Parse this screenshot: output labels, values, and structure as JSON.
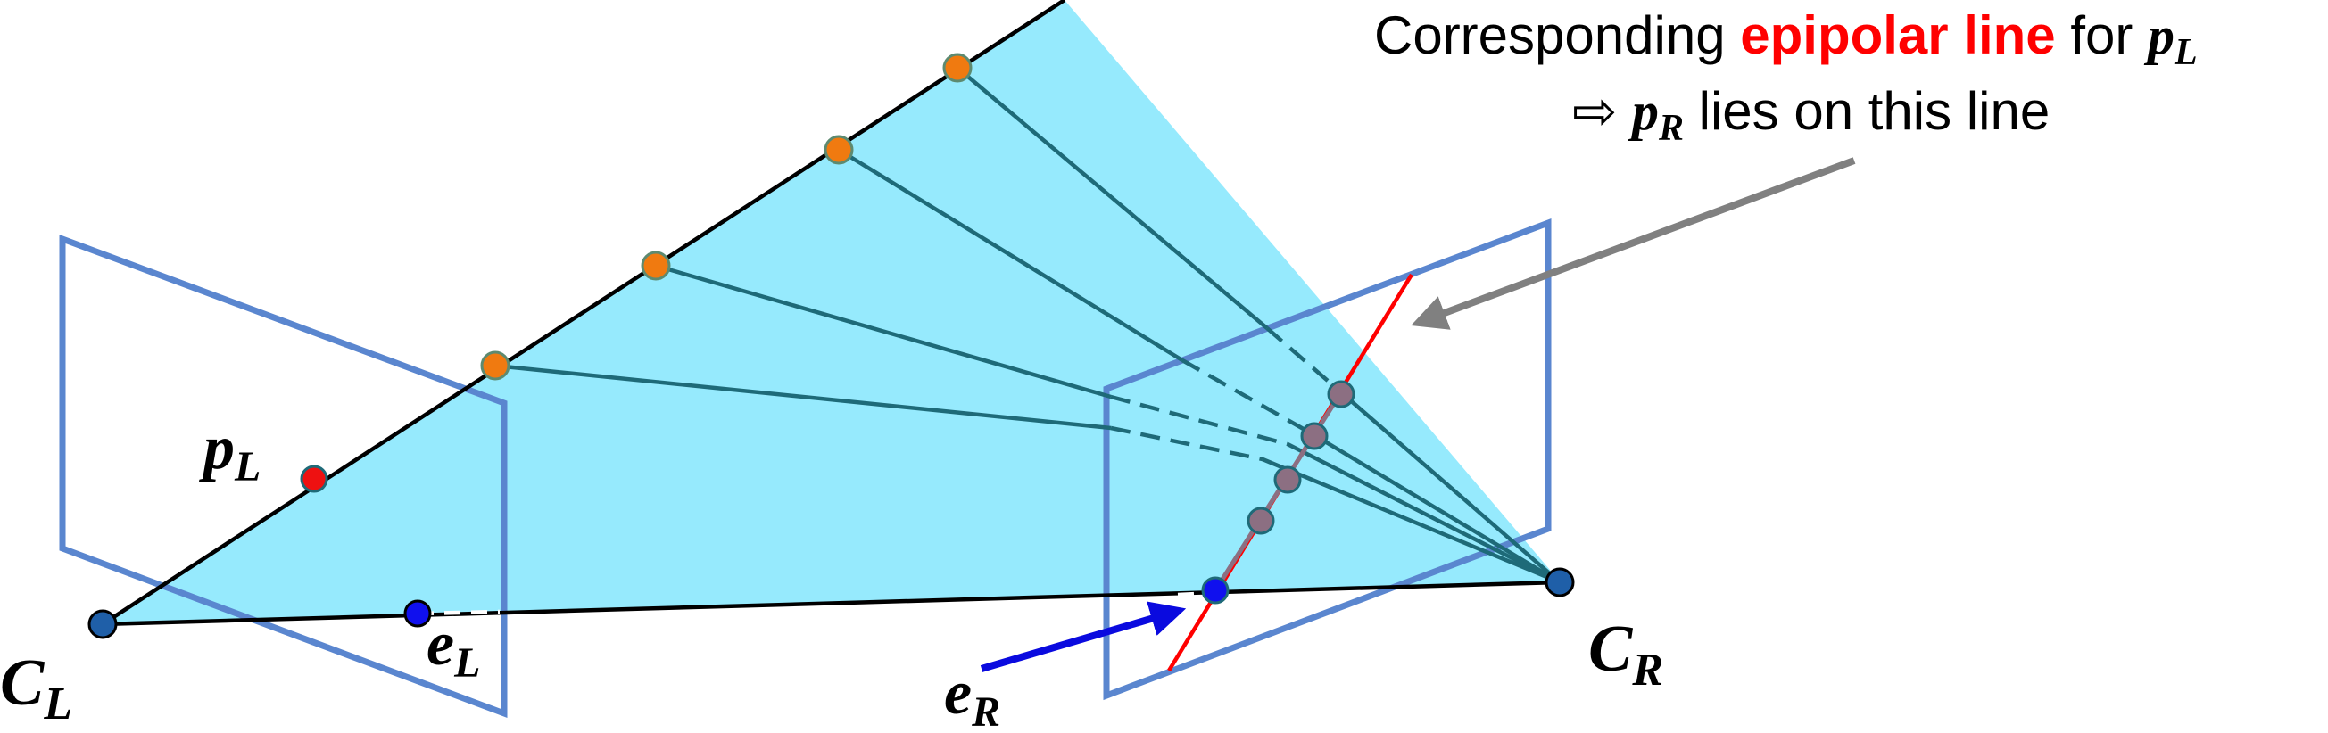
{
  "labels": {
    "center_left": {
      "main": "C",
      "sub": "L"
    },
    "center_right": {
      "main": "C",
      "sub": "R"
    },
    "point_left": {
      "main": "p",
      "sub": "L"
    },
    "epipole_left": {
      "main": "e",
      "sub": "L"
    },
    "epipole_right": {
      "main": "e",
      "sub": "R"
    }
  },
  "annotation": {
    "line1_prefix": "Corresponding ",
    "line1_highlight": "epipolar line",
    "line1_suffix": " for ",
    "line1_var_main": "p",
    "line1_var_sub": "L",
    "line2_arrow": "⇨ ",
    "line2_var_main": "p",
    "line2_var_sub": "R",
    "line2_suffix": " lies on this line"
  },
  "colors": {
    "epipolar_plane": "#96eafd",
    "image_plane": "#5a86cf",
    "ray": "#1e6a78",
    "epipolar_line": "#ff0000",
    "highlight_text": "#ff0000",
    "scene_point": "#f07a10",
    "projected_point": "#8c6f82",
    "epipole": "#1010ee",
    "camera_center": "#1f5fa8",
    "image_point": "#ee1111",
    "pointer_arrow": "#808080",
    "epipole_arrow": "#0a0adf"
  }
}
